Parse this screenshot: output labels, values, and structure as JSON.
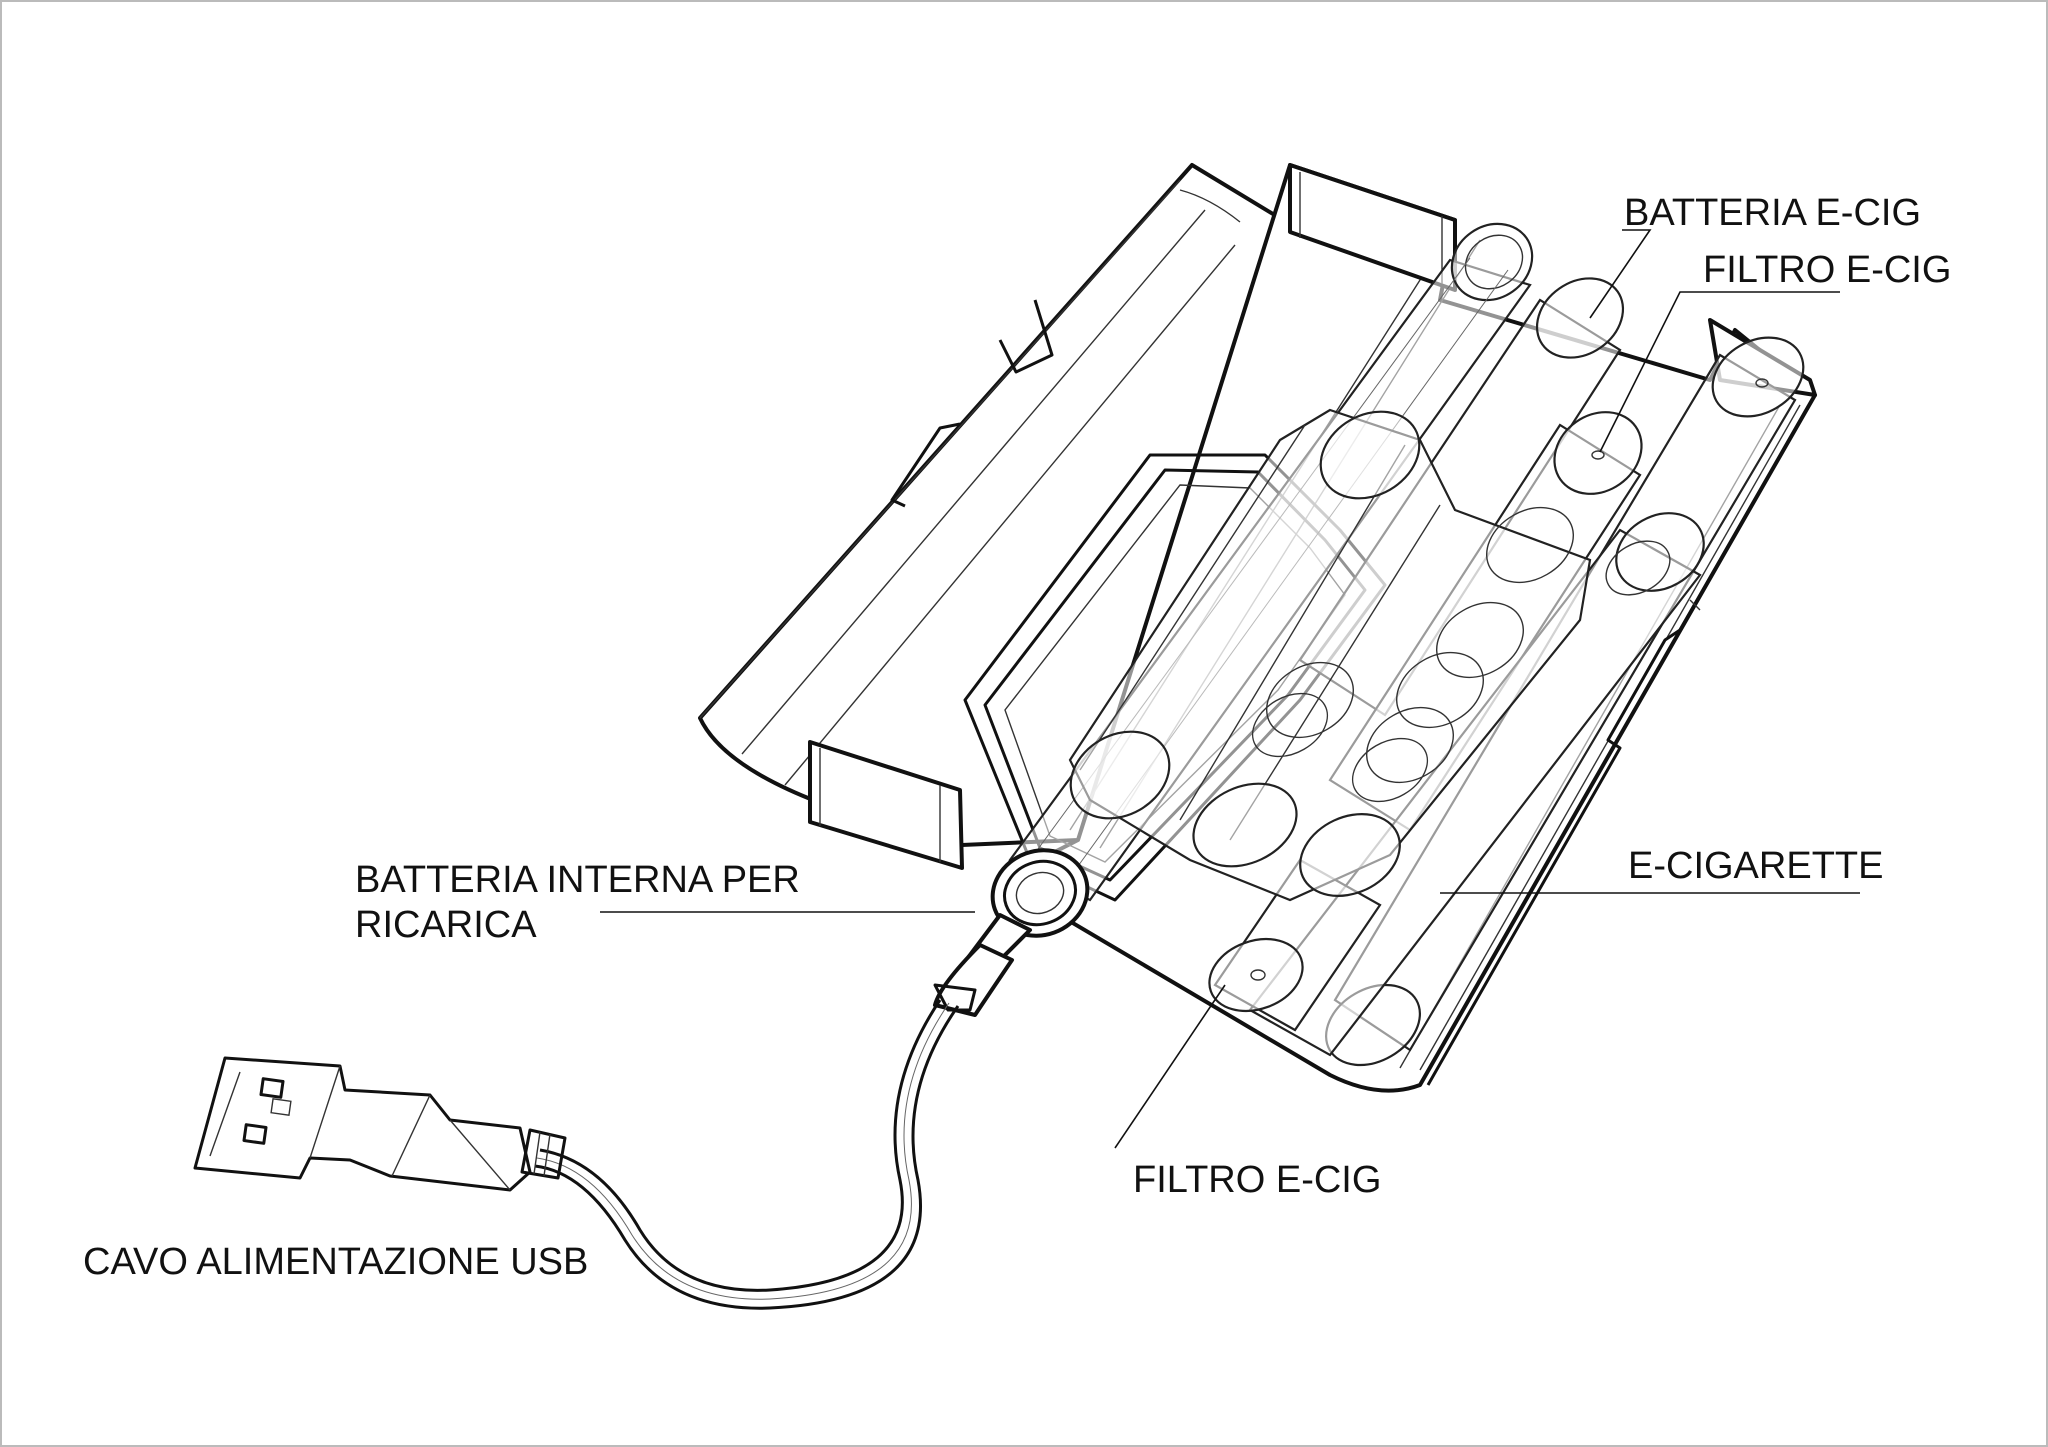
{
  "labels": {
    "batteria_ecig": "BATTERIA E-CIG",
    "filtro_ecig_top": "FILTRO E-CIG",
    "e_cigarette": "E-CIGARETTE",
    "batteria_interna_line1": "BATTERIA INTERNA PER",
    "batteria_interna_line2": "RICARICA",
    "filtro_ecig_bottom": "FILTRO E-CIG",
    "cavo_usb": "CAVO ALIMENTAZIONE USB"
  },
  "colors": {
    "line": "#111111",
    "background": "#ffffff",
    "frame": "#bbbbbb"
  }
}
